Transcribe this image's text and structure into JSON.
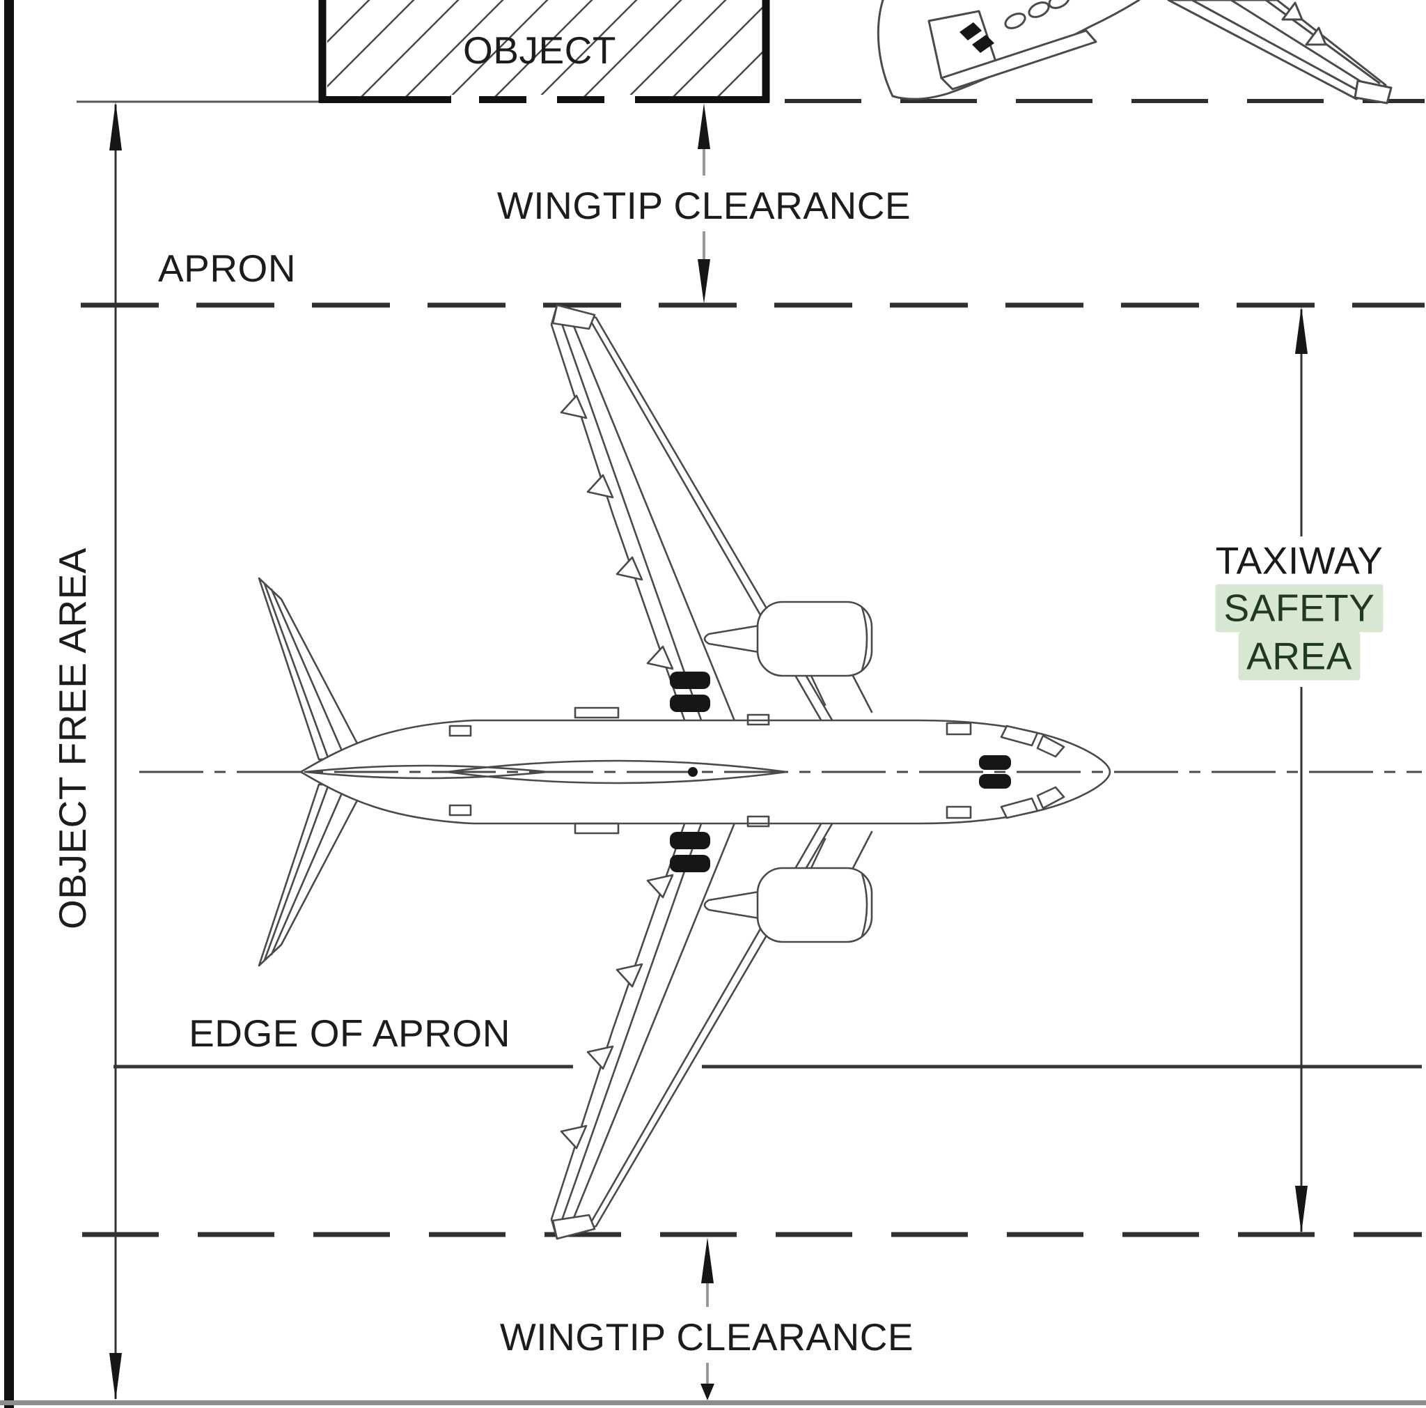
{
  "diagram_title": "Apron / taxiway object clearance diagram",
  "labels": {
    "object": "OBJECT",
    "apron": "APRON",
    "wingtip_clearance_top": "WINGTIP CLEARANCE",
    "wingtip_clearance_bottom": "WINGTIP CLEARANCE",
    "object_free_area": "OBJECT FREE AREA",
    "edge_of_apron": "EDGE OF APRON",
    "taxiway_line1": "TAXIWAY",
    "taxiway_line2": "SAFETY",
    "taxiway_line3": "AREA"
  },
  "colors": {
    "background": "#ffffff",
    "line_dark": "#303030",
    "line_medium": "#4a4a4a",
    "border_black": "#101010",
    "bottom_border_gray": "#8d8d8d",
    "highlight_green": "#d7e7d1",
    "highlight_text": "#203a20"
  },
  "icons": {
    "main_aircraft": "twin-jet-top-view",
    "object_aircraft_nose": "parked-aircraft-nose-top-view",
    "object_aircraft_wing": "parked-aircraft-swept-wing",
    "hatched_box": "object-hatch-area",
    "dimension_arrows": "cad-extent-arrows"
  }
}
